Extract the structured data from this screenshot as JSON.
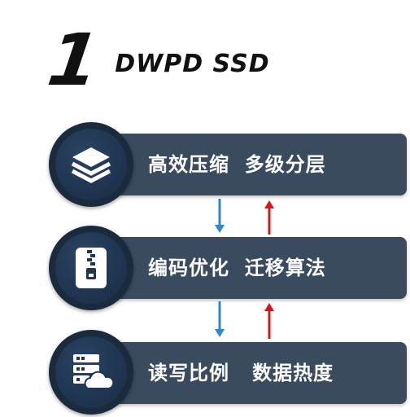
{
  "headline": {
    "number": "1",
    "title": "DWPD SSD"
  },
  "rows": [
    {
      "text": "高效压缩  多级分层",
      "icon": "layers-icon"
    },
    {
      "text": "编码优化  迁移算法",
      "icon": "zip-file-icon"
    },
    {
      "text": "读写比例   数据热度",
      "icon": "server-cloud-icon"
    }
  ],
  "colors": {
    "bar": "#3a4b60",
    "circle": "#1b2b3e",
    "down_arrow": "#2f86c8",
    "up_arrow": "#d9141b"
  }
}
